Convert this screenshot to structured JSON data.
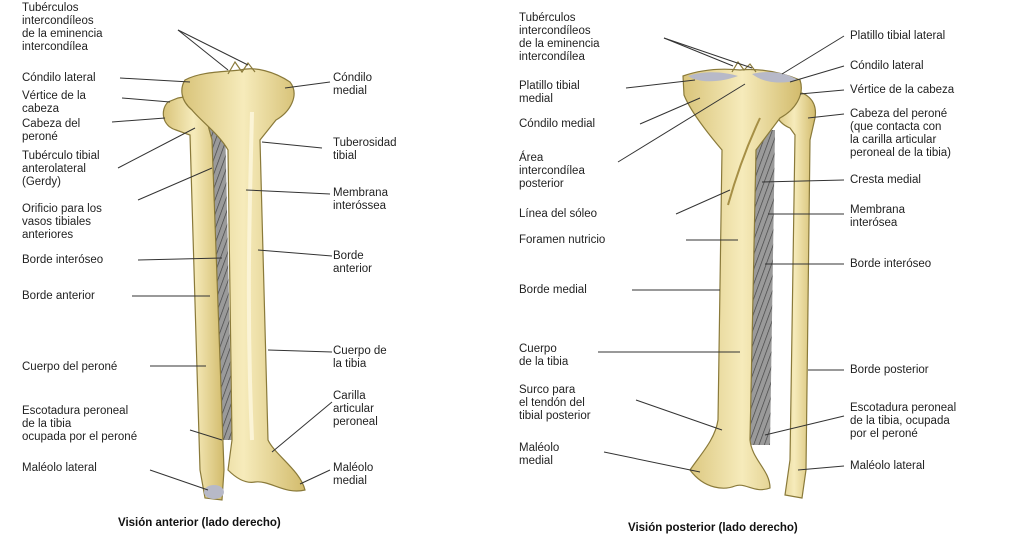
{
  "captions": {
    "anterior": "Visión anterior (lado derecho)",
    "posterior": "Visión posterior (lado derecho)"
  },
  "anterior": {
    "left": [
      "Tubérculos\nintercondíleos\nde la eminencia\nintercondílea",
      "Cóndilo lateral",
      "Vértice de la\ncabeza",
      "Cabeza del\nperoné",
      "Tubérculo tibial\nanterolateral\n(Gerdy)",
      "Orificio para los\nvasos tibiales\nanteriores",
      "Borde interóseo",
      "Borde anterior",
      "Cuerpo del peroné",
      "Escotadura peroneal\nde la tibia\nocupada por el peroné",
      "Maléolo lateral"
    ],
    "right": [
      "Cóndilo\nmedial",
      "Tuberosidad\ntibial",
      "Membrana\ninteróssea",
      "Borde\nanterior",
      "Cuerpo de\nla tibia",
      "Carilla\narticular\nperoneal",
      "Maléolo\nmedial"
    ]
  },
  "posterior": {
    "left": [
      "Tubérculos\nintercondíleos\nde la eminencia\nintercondílea",
      "Platillo tibial\nmedial",
      "Cóndilo medial",
      "Área\nintercondílea\nposterior",
      "Línea del sóleo",
      "Foramen nutricio",
      "Borde medial",
      "Cuerpo\nde la tibia",
      "Surco para\nel tendón del\ntibial posterior",
      "Maléolo\nmedial"
    ],
    "right": [
      "Platillo tibial lateral",
      "Cóndilo lateral",
      "Vértice de la cabeza",
      "Cabeza del peroné\n(que contacta con\nla carilla articular\nperoneal de la tibia)",
      "Cresta medial",
      "Membrana\ninterósea",
      "Borde interóseo",
      "Borde posterior",
      "Escotadura peroneal\nde la tibia, ocupada\npor el peroné",
      "Maléolo lateral"
    ]
  },
  "colors": {
    "bone": "#f0e2a6",
    "bone_shade": "#cdb766",
    "membrane": "#7a7a7a",
    "leader": "#333333"
  }
}
